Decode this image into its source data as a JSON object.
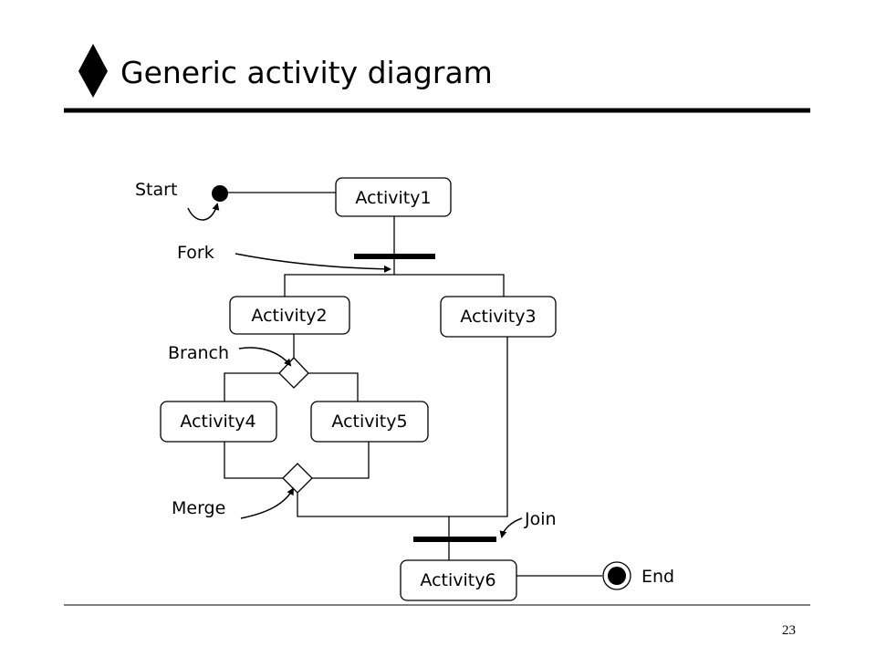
{
  "slide": {
    "title": "Generic activity diagram",
    "page_number": "23"
  },
  "diagram": {
    "activities": {
      "a1": "Activity1",
      "a2": "Activity2",
      "a3": "Activity3",
      "a4": "Activity4",
      "a5": "Activity5",
      "a6": "Activity6"
    },
    "labels": {
      "start": "Start",
      "fork": "Fork",
      "branch": "Branch",
      "merge": "Merge",
      "join": "Join",
      "end": "End"
    }
  }
}
